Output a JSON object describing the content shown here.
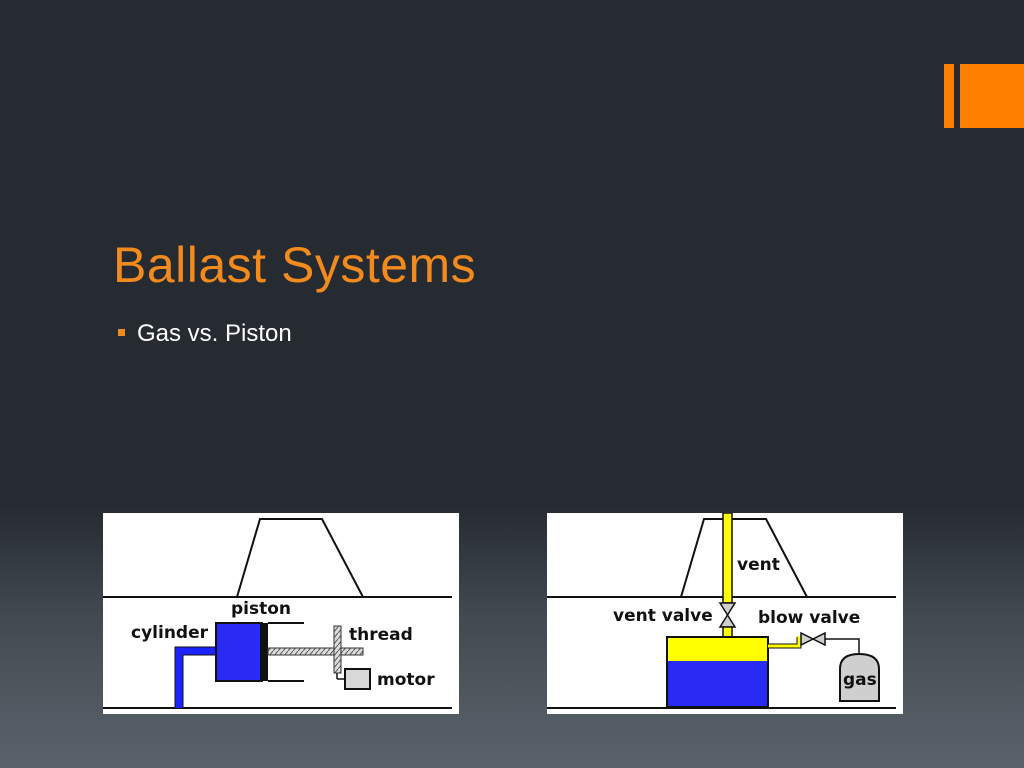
{
  "slide": {
    "title": "Ballast Systems",
    "bullets": [
      "Gas vs. Piston"
    ],
    "accent_color": "#ff8000",
    "title_color": "#f28a1d"
  },
  "piston_diagram": {
    "labels": {
      "piston": "piston",
      "cylinder": "cylinder",
      "thread": "thread",
      "motor": "motor"
    }
  },
  "gas_diagram": {
    "labels": {
      "vent": "vent",
      "vent_valve": "vent valve",
      "blow_valve": "blow valve",
      "gas": "gas"
    }
  }
}
